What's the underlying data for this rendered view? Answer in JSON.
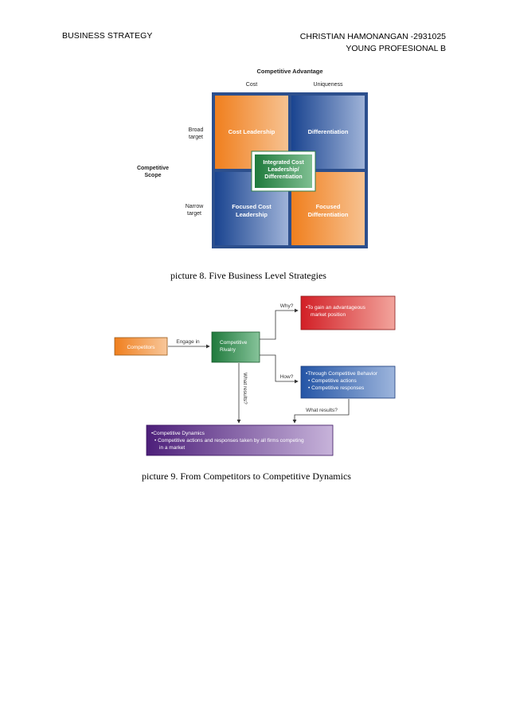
{
  "header": {
    "left": "BUSINESS STRATEGY",
    "right_line1": "CHRISTIAN HAMONANGAN -2931025",
    "right_line2": "YOUNG PROFESIONAL B"
  },
  "figure8": {
    "top_title": "Competitive Advantage",
    "col_cost": "Cost",
    "col_uniqueness": "Uniqueness",
    "row_broad_1": "Broad",
    "row_broad_2": "target",
    "row_narrow_1": "Narrow",
    "row_narrow_2": "target",
    "scope_1": "Competitive",
    "scope_2": "Scope",
    "cell_cost_leadership": "Cost Leadership",
    "cell_differentiation": "Differentiation",
    "cell_focused_cost_1": "Focused Cost",
    "cell_focused_cost_2": "Leadership",
    "cell_focused_diff_1": "Focused",
    "cell_focused_diff_2": "Differentiation",
    "center_1": "Integrated Cost",
    "center_2": "Leadership/",
    "center_3": "Differentiation",
    "caption": "picture 8. Five Business Level Strategies",
    "colors": {
      "orange": "#f08a2c",
      "blue": "#1f4f9a",
      "green": "#2e8b4a"
    }
  },
  "figure9": {
    "competitors": "Competitors",
    "engage_in": "Engage in",
    "rivalry_1": "Competitive",
    "rivalry_2": "Rivalry",
    "why": "Why?",
    "why_box_1": "•To gain an advantageous",
    "why_box_2": "market position",
    "how": "How?",
    "how_box_1": "•Through Competitive Behavior",
    "how_box_2": "• Competitive actions",
    "how_box_3": "• Competitive responses",
    "what_results_vertical": "What results?",
    "what_results": "What results?",
    "dyn_1": "•Competitive Dynamics",
    "dyn_2": "• Competitive actions and responses taken by all firms competing",
    "dyn_3": "in a market",
    "caption": "picture 9. From Competitors to Competitive Dynamics",
    "colors": {
      "orange": "#f08a2c",
      "green": "#2e8b4a",
      "red": "#d8262a",
      "blue": "#2a5aa8",
      "purple": "#5b2a86"
    }
  }
}
